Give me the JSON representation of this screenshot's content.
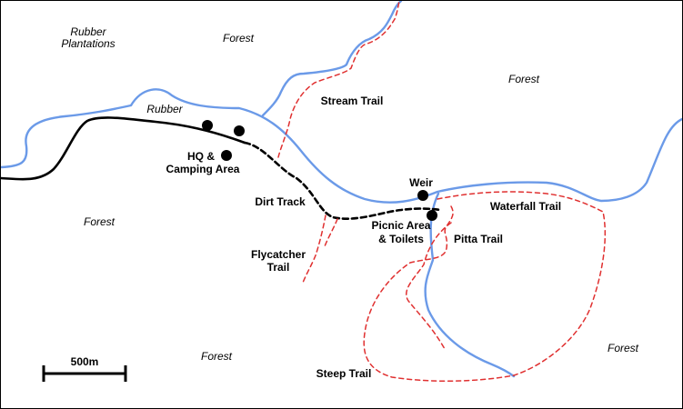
{
  "map": {
    "colors": {
      "river": "#6b9ae8",
      "trail": "#e03030",
      "track": "#000000",
      "background": "#ffffff"
    },
    "area_labels": {
      "rubber_plantations_1": "Rubber",
      "rubber_plantations_2": "Plantations",
      "forest_top": "Forest",
      "forest_right_top": "Forest",
      "rubber": "Rubber",
      "forest_left": "Forest",
      "forest_bottom": "Forest",
      "forest_bottom_right": "Forest"
    },
    "features": {
      "hq_1": "HQ &",
      "hq_2": "Camping Area",
      "weir": "Weir",
      "picnic_1": "Picnic Area",
      "picnic_2": "& Toilets"
    },
    "trails": {
      "stream": "Stream Trail",
      "dirt_track": "Dirt Track",
      "flycatcher_1": "Flycatcher",
      "flycatcher_2": "Trail",
      "waterfall": "Waterfall Trail",
      "pitta": "Pitta Trail",
      "steep": "Steep Trail"
    },
    "scale": {
      "label": "500m"
    }
  }
}
